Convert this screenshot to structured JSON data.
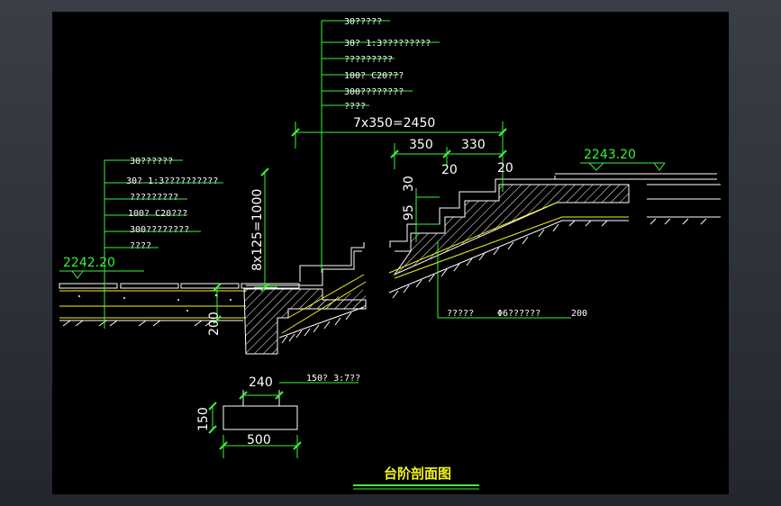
{
  "title": "台阶剖面图",
  "elevations": {
    "left": "2242.20",
    "right": "2243.20"
  },
  "dimensions": {
    "overall": "7x350=2450",
    "tread": "350",
    "tread2": "330",
    "gap1": "20",
    "gap2": "20",
    "riser_total": "8x125=1000",
    "riser_small": "30",
    "riser_95": "95",
    "base_200": "200",
    "footing_width_top": "240",
    "footing_height": "150",
    "footing_width": "500",
    "note_200": "200"
  },
  "notes_top": [
    "30?????",
    "30? 1:3?????????",
    "?????????",
    "100? C20???",
    "300????????",
    "????"
  ],
  "notes_left": [
    "30??????",
    "30? 1:3??????????",
    "?????????",
    "100? C20???",
    "300????????",
    "????"
  ],
  "note_bottom": "?????",
  "note_bottom2": "Φ6??????",
  "note_footing": "150? 3:7??",
  "colors": {
    "line_green": "#3cf23c",
    "line_white": "#ffffff",
    "line_yellow": "#f3f31a",
    "background": "#000000"
  }
}
